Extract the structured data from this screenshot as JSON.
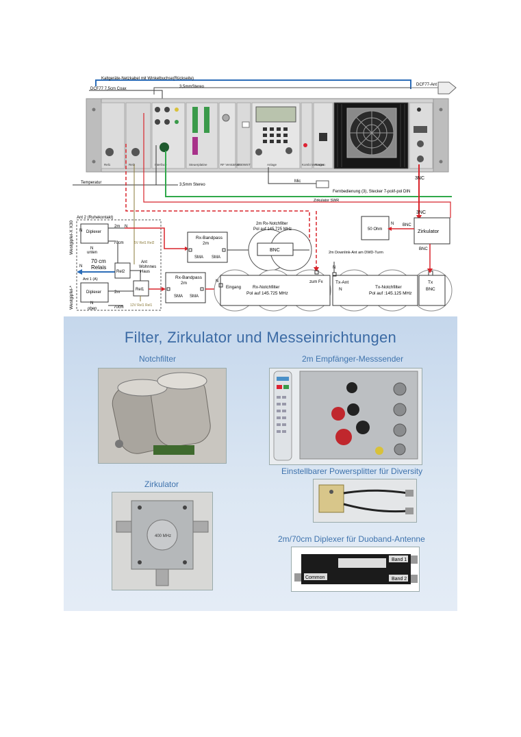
{
  "top_labels": {
    "power_cable": "Kaltgeräte-Netzkabel mit Winkelbuchse(Rückseite)",
    "dcf_coax": "DCF77 7,5cm Coax",
    "stereo_top": "3,5mmStereo",
    "dcf_ant": "DCF77-Ant",
    "temperature": "Temperatur",
    "stereo_bottom": "3,5mm Stereo",
    "mic": "Mic",
    "remote": "Fernbedienung (3), Stecker 7-pol/I-pol DIN",
    "circ_swr": "Zirkulator SWR",
    "bnc_top": "3NC",
    "bnc_mid": "3NC"
  },
  "rack_modules": [
    "Rel1",
    "Rel2",
    "Interface",
    "Steuerplatine",
    "RF Verstärker",
    "DB0WST",
    "Anlage",
    "Kombi Messeinr.",
    "Tongen"
  ],
  "schematic": {
    "ant2": "Ant 2 (Ruhekontakt)",
    "west1": "Westgipfel-X X30",
    "west2": "Westgipfel-*",
    "diplexer1": "Diplexer",
    "diplexer2": "Diplexer",
    "unten": "unten",
    "oben": "oben",
    "ant1": "Ant 1 (A)",
    "relais": "70 cm\nRelais",
    "rel2": "Rel2",
    "rel1": "Rel1",
    "ant_haus": "Ant\nWohnnes\nHaus",
    "rel_5v": "5V Rel1 Rel2",
    "rel_12v": "12V Rel1 Rel1",
    "m2": "2m",
    "cm70": "70cm",
    "n": "N",
    "rx_bp1": "Rx-Bandpass",
    "rx_bp2": "Rx-Bandpass",
    "sma": "SMA",
    "notch_top": "2m Rx-Notchfilter",
    "notch_top_pol": "Pol auf 145,725 MHz",
    "bnc": "BNC",
    "rx_notch": "Rx-Notchfilter",
    "rx_notch_pol": "Pol auf 145.725 MHz",
    "eingang": "Eingang",
    "zum_fx": "zum Fx",
    "downlink": "2m Downlink-Ant am DWD-Turm",
    "tx_ant": "Tx-Ant",
    "tx_notch": "Tx-Notchfilter",
    "tx_notch_pol": "Pol auf :145.125 MHz",
    "tx": "Tx",
    "zirkulator": "Zirkulator",
    "ohm50": "50 Ohm"
  },
  "panel": {
    "title": "Filter, Zirkulator und Messeinrichtungen",
    "captions": {
      "notch": "Notchfilter",
      "receiver": "2m Empfänger-Messsender",
      "circulator": "Zirkulator",
      "splitter": "Einstellbarer Powersplitter für Diversity",
      "diplexer": "2m/70cm Diplexer für Duoband-Antenne"
    },
    "diplexer_labels": {
      "band1": "Band 1",
      "band2": "Band 2",
      "common": "Common"
    }
  },
  "colors": {
    "red": "#d8232a",
    "green": "#2fa84a",
    "blue": "#2b6cb8",
    "olive": "#8a7a3a",
    "panel_title": "#3b6aa4"
  }
}
